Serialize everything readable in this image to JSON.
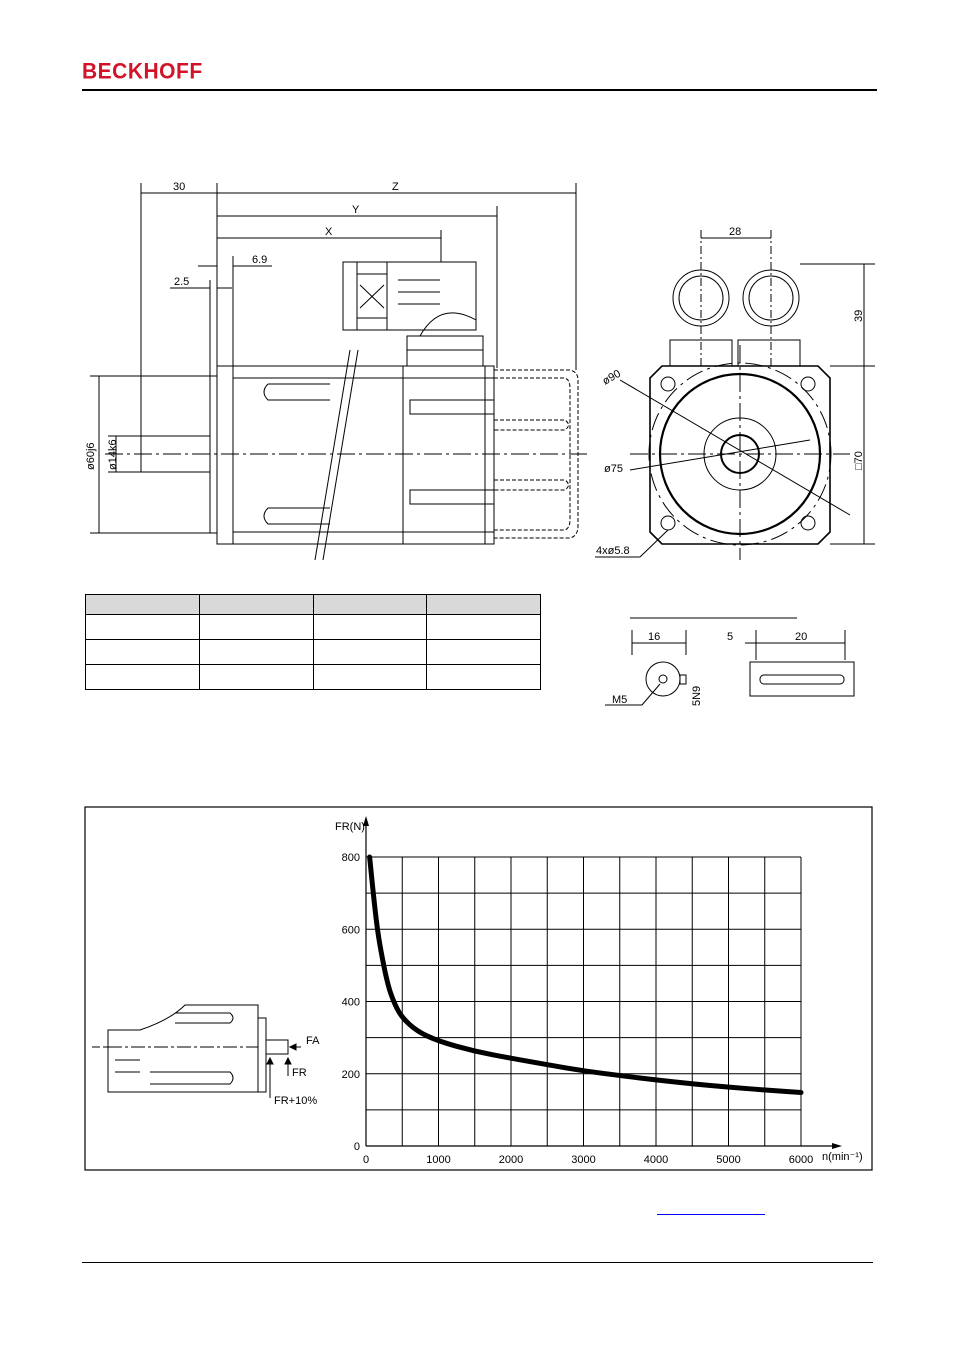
{
  "brand": {
    "name": "BECKHOFF",
    "color": "#d2142a"
  },
  "drawing": {
    "dims": {
      "d30": "30",
      "z": "Z",
      "y": "Y",
      "x": "X",
      "d6_9": "6.9",
      "d2_5": "2.5",
      "shaft_dia": "ø60j6",
      "shaft_small": "ø14k6",
      "d28": "28",
      "d39": "39",
      "d90": "ø90",
      "d75": "ø75",
      "sq70": "□70",
      "holes": "4xø5.8"
    },
    "shaft_detail": {
      "d16": "16",
      "d5": "5",
      "d20": "20",
      "m5": "M5",
      "key": "5N9"
    }
  },
  "spec_table": {
    "header": [
      "",
      "",
      "",
      ""
    ],
    "rows": [
      [
        "",
        "",
        "",
        ""
      ],
      [
        "",
        "",
        "",
        ""
      ],
      [
        "",
        "",
        "",
        ""
      ]
    ]
  },
  "load_chart": {
    "force_labels": {
      "fa": "FA",
      "fr": "FR",
      "fr10": "FR+10%"
    }
  },
  "chart_data": {
    "type": "line",
    "title": "",
    "xlabel": "n(min⁻¹)",
    "ylabel": "FR(N)",
    "xlim": [
      0,
      6000
    ],
    "ylim": [
      0,
      800
    ],
    "x_ticks": [
      "0",
      "1000",
      "2000",
      "3000",
      "4000",
      "5000",
      "6000"
    ],
    "y_ticks": [
      "0",
      "200",
      "400",
      "600",
      "800"
    ],
    "grid": true,
    "series": [
      {
        "x": [
          50,
          100,
          150,
          200,
          300,
          400,
          500,
          700,
          1000,
          1500,
          2000,
          2500,
          3000,
          3500,
          4000,
          4500,
          5000,
          5500,
          6000
        ],
        "y": [
          800,
          700,
          610,
          545,
          445,
          390,
          355,
          318,
          290,
          262,
          243,
          225,
          208,
          195,
          183,
          172,
          163,
          155,
          148
        ]
      }
    ]
  }
}
